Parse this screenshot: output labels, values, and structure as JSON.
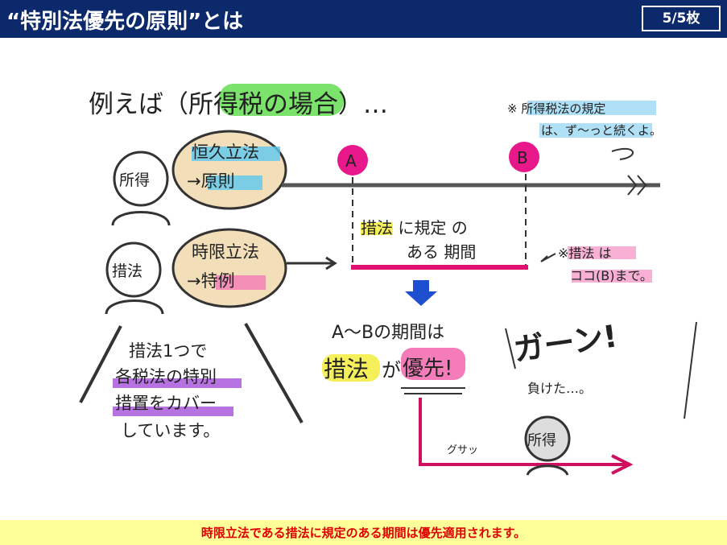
{
  "header": {
    "title": "“特別法優先の原則”とは",
    "page_indicator": "5/5枚"
  },
  "illustration": {
    "intro": "例えば（所得税の場合）…",
    "note_top_line1": "※ 所得税法の規定",
    "note_top_line2": "は、ず〜っと続くよ。",
    "label_income": "所得",
    "permanent_law": "恒久立法",
    "principle": "→原則",
    "label_special": "措法",
    "temporary_law": "時限立法",
    "special_case": "→特例",
    "point_a": "A",
    "point_b": "B",
    "period_line1": "措法 に規定 の",
    "period_line2": "ある 期間",
    "note_right_line1": "※措法 は",
    "note_right_line2": "ココ(B)まで。",
    "ab_period": "A〜Bの期間は",
    "priority_a": "措法",
    "priority_b": "が",
    "priority_c": "優先!",
    "side_line1": "措法1つで",
    "side_line2": "各税法の特別",
    "side_line3": "措置をカバー",
    "side_line4": "しています。",
    "sound_gaan": "ガーン!",
    "lose": "負けた…。",
    "stab": "グサッ",
    "char_income": "所得"
  },
  "footer": {
    "text": "時限立法である措法に規定のある期間は優先適用されます。"
  }
}
